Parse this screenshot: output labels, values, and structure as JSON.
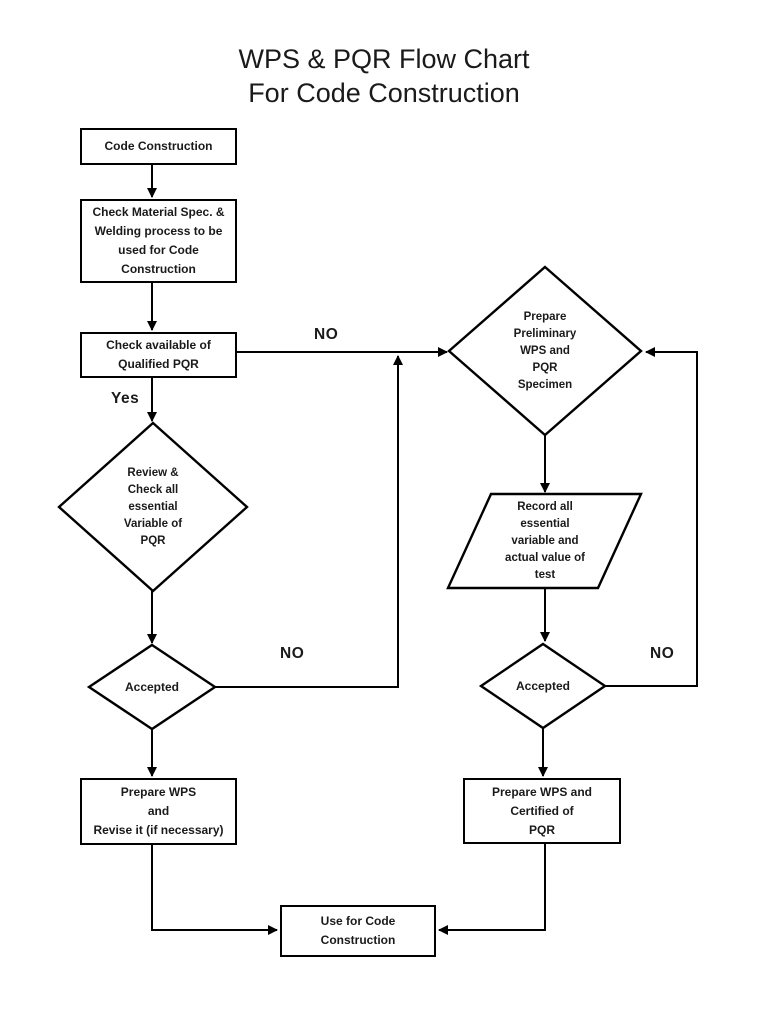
{
  "title": {
    "line1": "WPS & PQR Flow Chart",
    "line2": "For Code Construction"
  },
  "nodes": {
    "code_construction": {
      "label": "Code Construction"
    },
    "check_material": {
      "label": "Check Material Spec. &\nWelding process to be\nused for Code\nConstruction"
    },
    "check_available": {
      "label": "Check available of\nQualified PQR"
    },
    "review_pqr": {
      "label": "Review &\nCheck all\nessential\nVariable of\nPQR"
    },
    "accepted_left": {
      "label": "Accepted"
    },
    "prepare_wps_revise": {
      "label": "Prepare WPS\nand\nRevise it (if necessary)"
    },
    "use_for_code": {
      "label": "Use for Code\nConstruction"
    },
    "prepare_preliminary": {
      "label": "Prepare\nPreliminary\nWPS and\nPQR\nSpecimen"
    },
    "record_test": {
      "label": "Record all\nessential\nvariable and\nactual value of\ntest"
    },
    "accepted_right": {
      "label": "Accepted"
    },
    "prepare_wps_certified": {
      "label": "Prepare WPS and\nCertified of\nPQR"
    }
  },
  "edge_labels": {
    "yes": "Yes",
    "no_top": "NO",
    "no_left": "NO",
    "no_right": "NO"
  },
  "colors": {
    "line": "#000000",
    "text": "#1a1a1a",
    "background": "#ffffff"
  }
}
